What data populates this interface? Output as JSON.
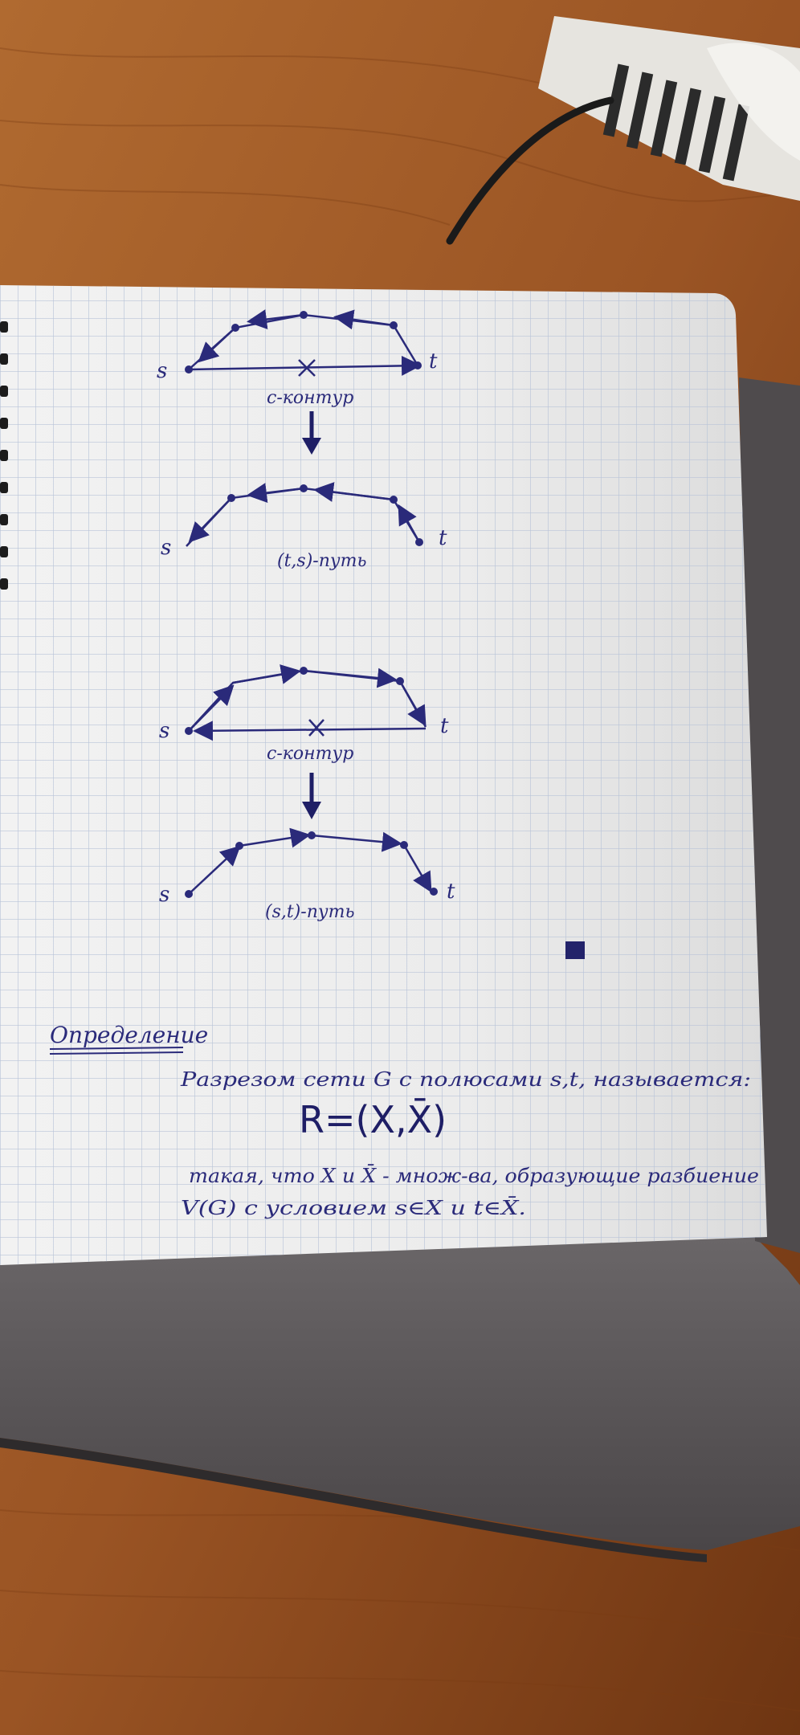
{
  "colors": {
    "ink": "#2a2a7a",
    "paper": "#eeeeee",
    "grid": "#b9c4d8",
    "table_wood": "#9a5424",
    "laptop": "#5a5658"
  },
  "diagrams": [
    {
      "top_labels": {
        "source": "s",
        "sink": "t"
      },
      "caption": "c-контур",
      "result_caption": "(t,s)-путь",
      "result_labels": {
        "source": "s",
        "sink": "t"
      }
    },
    {
      "top_labels": {
        "source": "s",
        "sink": "t"
      },
      "caption": "c-контур",
      "result_caption": "(s,t)-путь",
      "result_labels": {
        "source": "s",
        "sink": "t"
      }
    }
  ],
  "definition": {
    "heading": "Определение",
    "line1": "Разрезом сети G с полюсами s,t, называется:",
    "formula": "R=(X,X̄)",
    "line2": "такая, что X и X̄ - множ-ва, образующие разбиение",
    "line3": "V(G) с условием s∈X и t∈X̄."
  }
}
